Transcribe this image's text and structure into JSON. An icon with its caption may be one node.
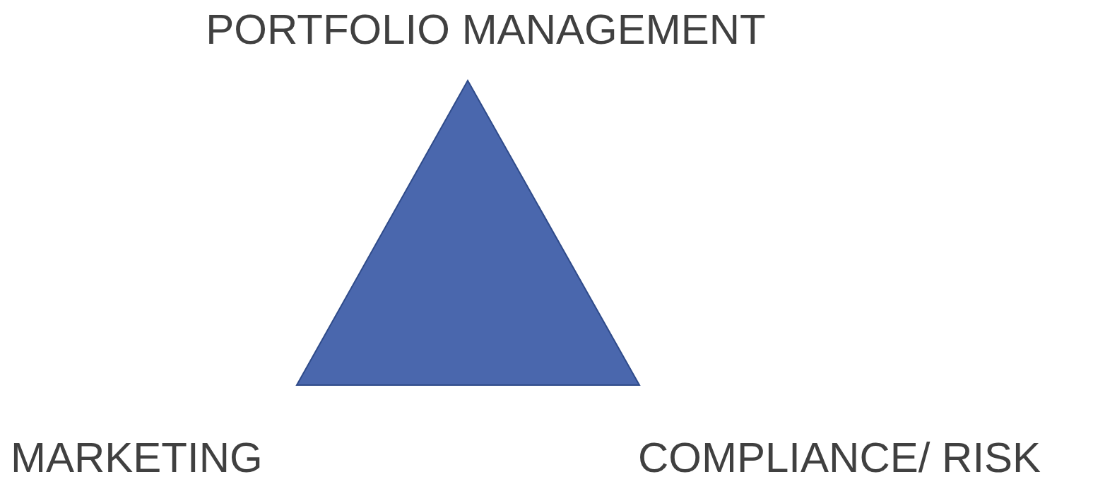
{
  "diagram": {
    "nodes": [
      {
        "text": [],
        "shape": "triangle"
      }
    ],
    "labels": [
      "PORTFOLIO MANAGEMENT",
      "MARKETING",
      "COMPLIANCE/ RISK"
    ]
  }
}
